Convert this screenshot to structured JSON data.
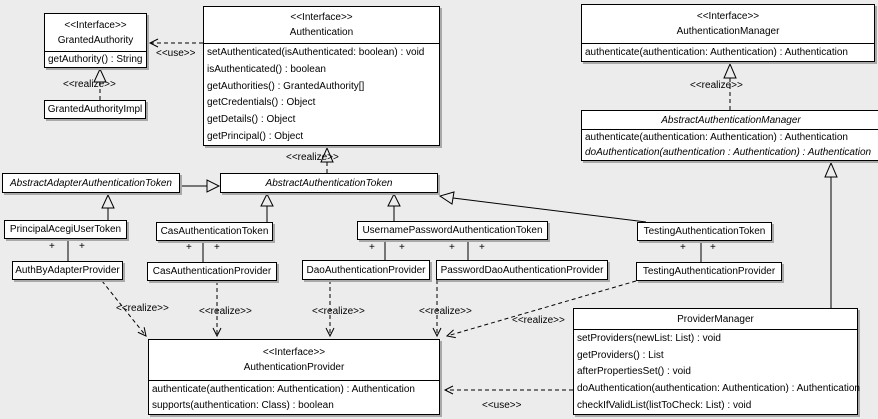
{
  "diagram": {
    "kind": "uml-class-diagram",
    "background": "#ececec",
    "box_fill": "#ffffff",
    "line_color": "#000000",
    "shadow_color": "#a9a9a9"
  },
  "labels": {
    "realize": "<<realize>>",
    "use": "<<use>>",
    "plus": "+"
  },
  "classes": [
    {
      "stereotype": "<<Interface>>",
      "name": "GrantedAuthority",
      "methods": [
        "getAuthority() : String"
      ]
    },
    {
      "stereotype": "<<Interface>>",
      "name": "Authentication",
      "methods": [
        "setAuthenticated(isAuthenticated: boolean) : void",
        "isAuthenticated() : boolean",
        "getAuthorities() : GrantedAuthority[]",
        "getCredentials() : Object",
        "getDetails() : Object",
        "getPrincipal() : Object"
      ]
    },
    {
      "stereotype": "<<Interface>>",
      "name": "AuthenticationManager",
      "methods": [
        "authenticate(authentication: Authentication) : Authentication"
      ]
    },
    {
      "name": "GrantedAuthorityImpl",
      "methods": []
    },
    {
      "name": "AbstractAuthenticationManager",
      "abstract": true,
      "methods": [
        "authenticate(authentication: Authentication) : Authentication",
        "doAuthentication(authentication : Authentication) : Authentication"
      ]
    },
    {
      "name": "AbstractAdapterAuthenticationToken",
      "abstract": true,
      "methods": []
    },
    {
      "name": "AbstractAuthenticationToken",
      "abstract": true,
      "methods": []
    },
    {
      "name": "PrincipalAcegiUserToken",
      "methods": []
    },
    {
      "name": "CasAuthenticationToken",
      "methods": []
    },
    {
      "name": "UsernamePasswordAuthenticationToken",
      "methods": []
    },
    {
      "name": "TestingAuthenticationToken",
      "methods": []
    },
    {
      "name": "AuthByAdapterProvider",
      "methods": []
    },
    {
      "name": "CasAuthenticationProvider",
      "methods": []
    },
    {
      "name": "DaoAuthenticationProvider",
      "methods": []
    },
    {
      "name": "PasswordDaoAuthenticationProvider",
      "methods": []
    },
    {
      "name": "TestingAuthenticationProvider",
      "methods": []
    },
    {
      "stereotype": "<<Interface>>",
      "name": "AuthenticationProvider",
      "methods": [
        "authenticate(authentication: Authentication) : Authentication",
        "supports(authentication: Class) : boolean"
      ]
    },
    {
      "name": "ProviderManager",
      "methods": [
        "setProviders(newList: List) : void",
        "getProviders() : List",
        "afterPropertiesSet() : void",
        "doAuthentication(authentication: Authentication) : Authentication",
        "checkIfValidList(listToCheck: List) : void"
      ]
    }
  ],
  "relationships": [
    {
      "from": "Authentication",
      "to": "GrantedAuthority",
      "type": "use"
    },
    {
      "from": "GrantedAuthorityImpl",
      "to": "GrantedAuthority",
      "type": "realize"
    },
    {
      "from": "AbstractAuthenticationToken",
      "to": "Authentication",
      "type": "realize"
    },
    {
      "from": "AbstractAuthenticationManager",
      "to": "AuthenticationManager",
      "type": "realize"
    },
    {
      "from": "AbstractAdapterAuthenticationToken",
      "to": "AbstractAuthenticationToken",
      "type": "generalization"
    },
    {
      "from": "PrincipalAcegiUserToken",
      "to": "AbstractAdapterAuthenticationToken",
      "type": "generalization"
    },
    {
      "from": "CasAuthenticationToken",
      "to": "AbstractAuthenticationToken",
      "type": "generalization"
    },
    {
      "from": "UsernamePasswordAuthenticationToken",
      "to": "AbstractAuthenticationToken",
      "type": "generalization"
    },
    {
      "from": "TestingAuthenticationToken",
      "to": "AbstractAuthenticationToken",
      "type": "generalization"
    },
    {
      "from": "ProviderManager",
      "to": "AbstractAuthenticationManager",
      "type": "generalization"
    },
    {
      "from": "PrincipalAcegiUserToken",
      "to": "AuthByAdapterProvider",
      "type": "association",
      "multiplicity": "+ +"
    },
    {
      "from": "CasAuthenticationToken",
      "to": "CasAuthenticationProvider",
      "type": "association",
      "multiplicity": "+ +"
    },
    {
      "from": "UsernamePasswordAuthenticationToken",
      "to": "DaoAuthenticationProvider",
      "type": "association",
      "multiplicity": "+ +"
    },
    {
      "from": "UsernamePasswordAuthenticationToken",
      "to": "PasswordDaoAuthenticationProvider",
      "type": "association",
      "multiplicity": "+ +"
    },
    {
      "from": "TestingAuthenticationToken",
      "to": "TestingAuthenticationProvider",
      "type": "association",
      "multiplicity": "+ +"
    },
    {
      "from": "AuthByAdapterProvider",
      "to": "AuthenticationProvider",
      "type": "realize"
    },
    {
      "from": "CasAuthenticationProvider",
      "to": "AuthenticationProvider",
      "type": "realize"
    },
    {
      "from": "DaoAuthenticationProvider",
      "to": "AuthenticationProvider",
      "type": "realize"
    },
    {
      "from": "PasswordDaoAuthenticationProvider",
      "to": "AuthenticationProvider",
      "type": "realize"
    },
    {
      "from": "TestingAuthenticationProvider",
      "to": "AuthenticationProvider",
      "type": "realize"
    },
    {
      "from": "ProviderManager",
      "to": "AuthenticationProvider",
      "type": "use"
    }
  ]
}
